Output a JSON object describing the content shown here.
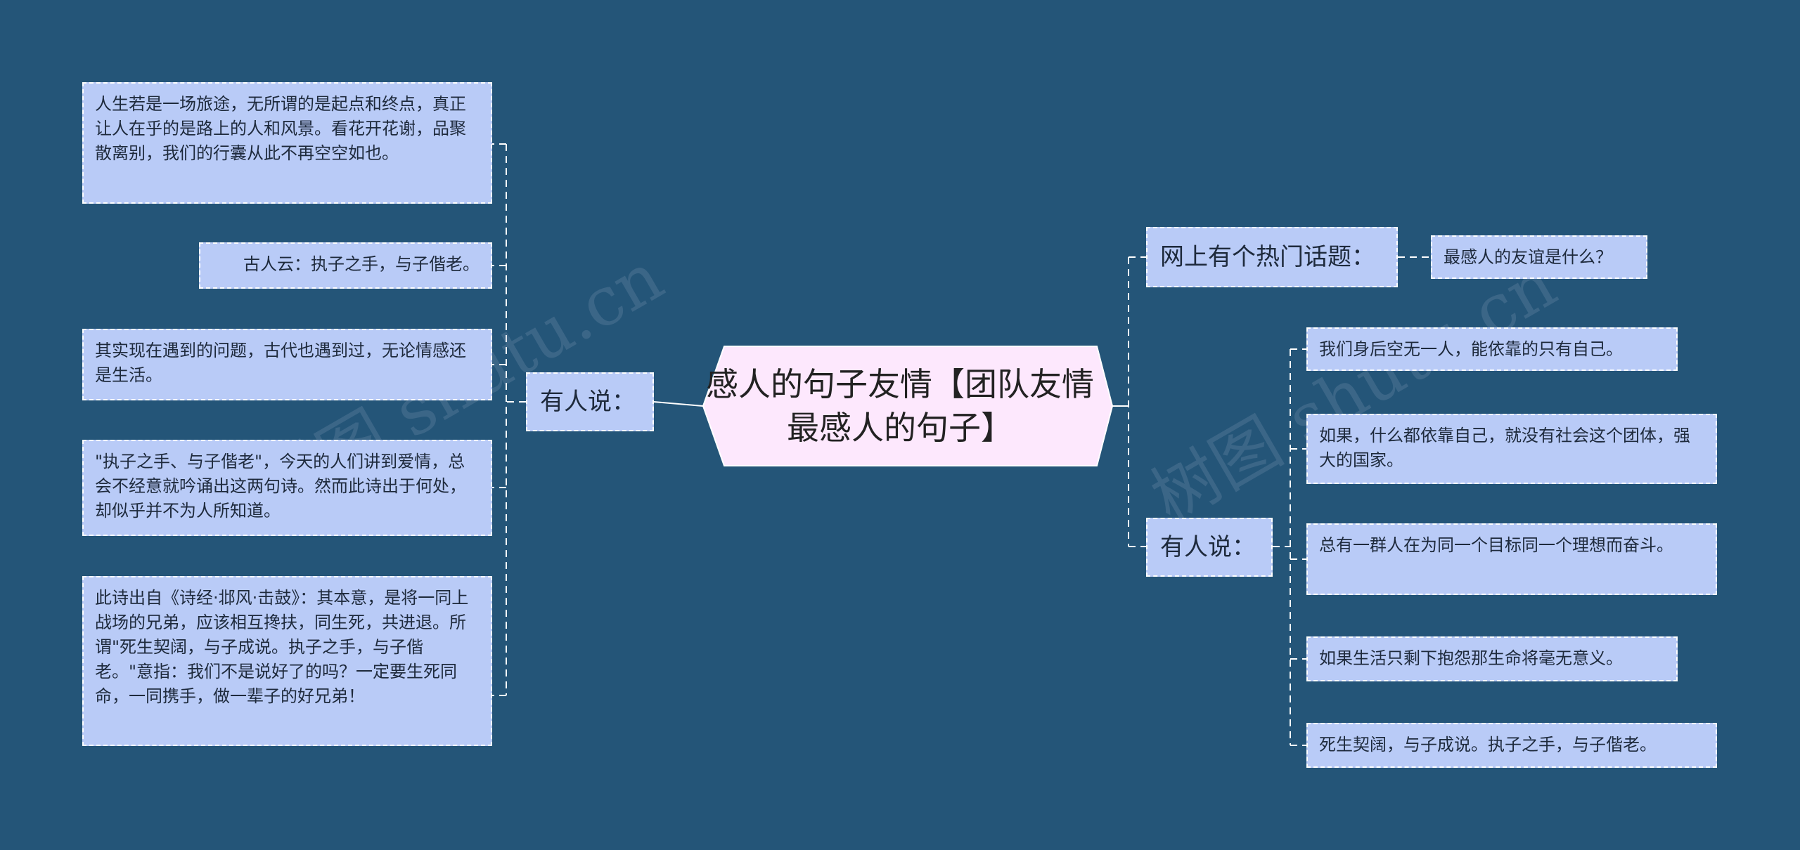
{
  "root": {
    "title": "感人的句子友情【团队友情最感人的句子】"
  },
  "left_branch": {
    "label": "有人说：",
    "leaves": [
      "人生若是一场旅途，无所谓的是起点和终点，真正让人在乎的是路上的人和风景。看花开花谢，品聚散离别，我们的行囊从此不再空空如也。",
      "古人云：执子之手，与子偕老。",
      "其实现在遇到的问题，古代也遇到过，无论情感还是生活。",
      "\"执子之手、与子偕老\"，今天的人们讲到爱情，总会不经意就吟诵出这两句诗。然而此诗出于何处，却似乎并不为人所知道。",
      "此诗出自《诗经·邶风·击鼓》：其本意，是将一同上战场的兄弟，应该相互搀扶，同生死，共进退。所谓\"死生契阔，与子成说。执子之手，与子偕老。\"意指：我们不是说好了的吗？一定要生死同命，一同携手，做一辈子的好兄弟！"
    ]
  },
  "right_branches": [
    {
      "label": "网上有个热门话题：",
      "leaves": [
        "最感人的友谊是什么？"
      ]
    },
    {
      "label": "有人说：",
      "leaves": [
        "我们身后空无一人，能依靠的只有自己。",
        "如果，什么都依靠自己，就没有社会这个团体，强大的国家。",
        "总有一群人在为同一个目标同一个理想而奋斗。",
        "如果生活只剩下抱怨那生命将毫无意义。",
        "死生契阔，与子成说。执子之手，与子偕老。"
      ]
    }
  ],
  "watermark": "树图 shutu.cn",
  "colors": {
    "background": "#245578",
    "node_fill": "#b9cbf7",
    "root_fill": "#fde8fd",
    "connector": "#ffffff"
  }
}
